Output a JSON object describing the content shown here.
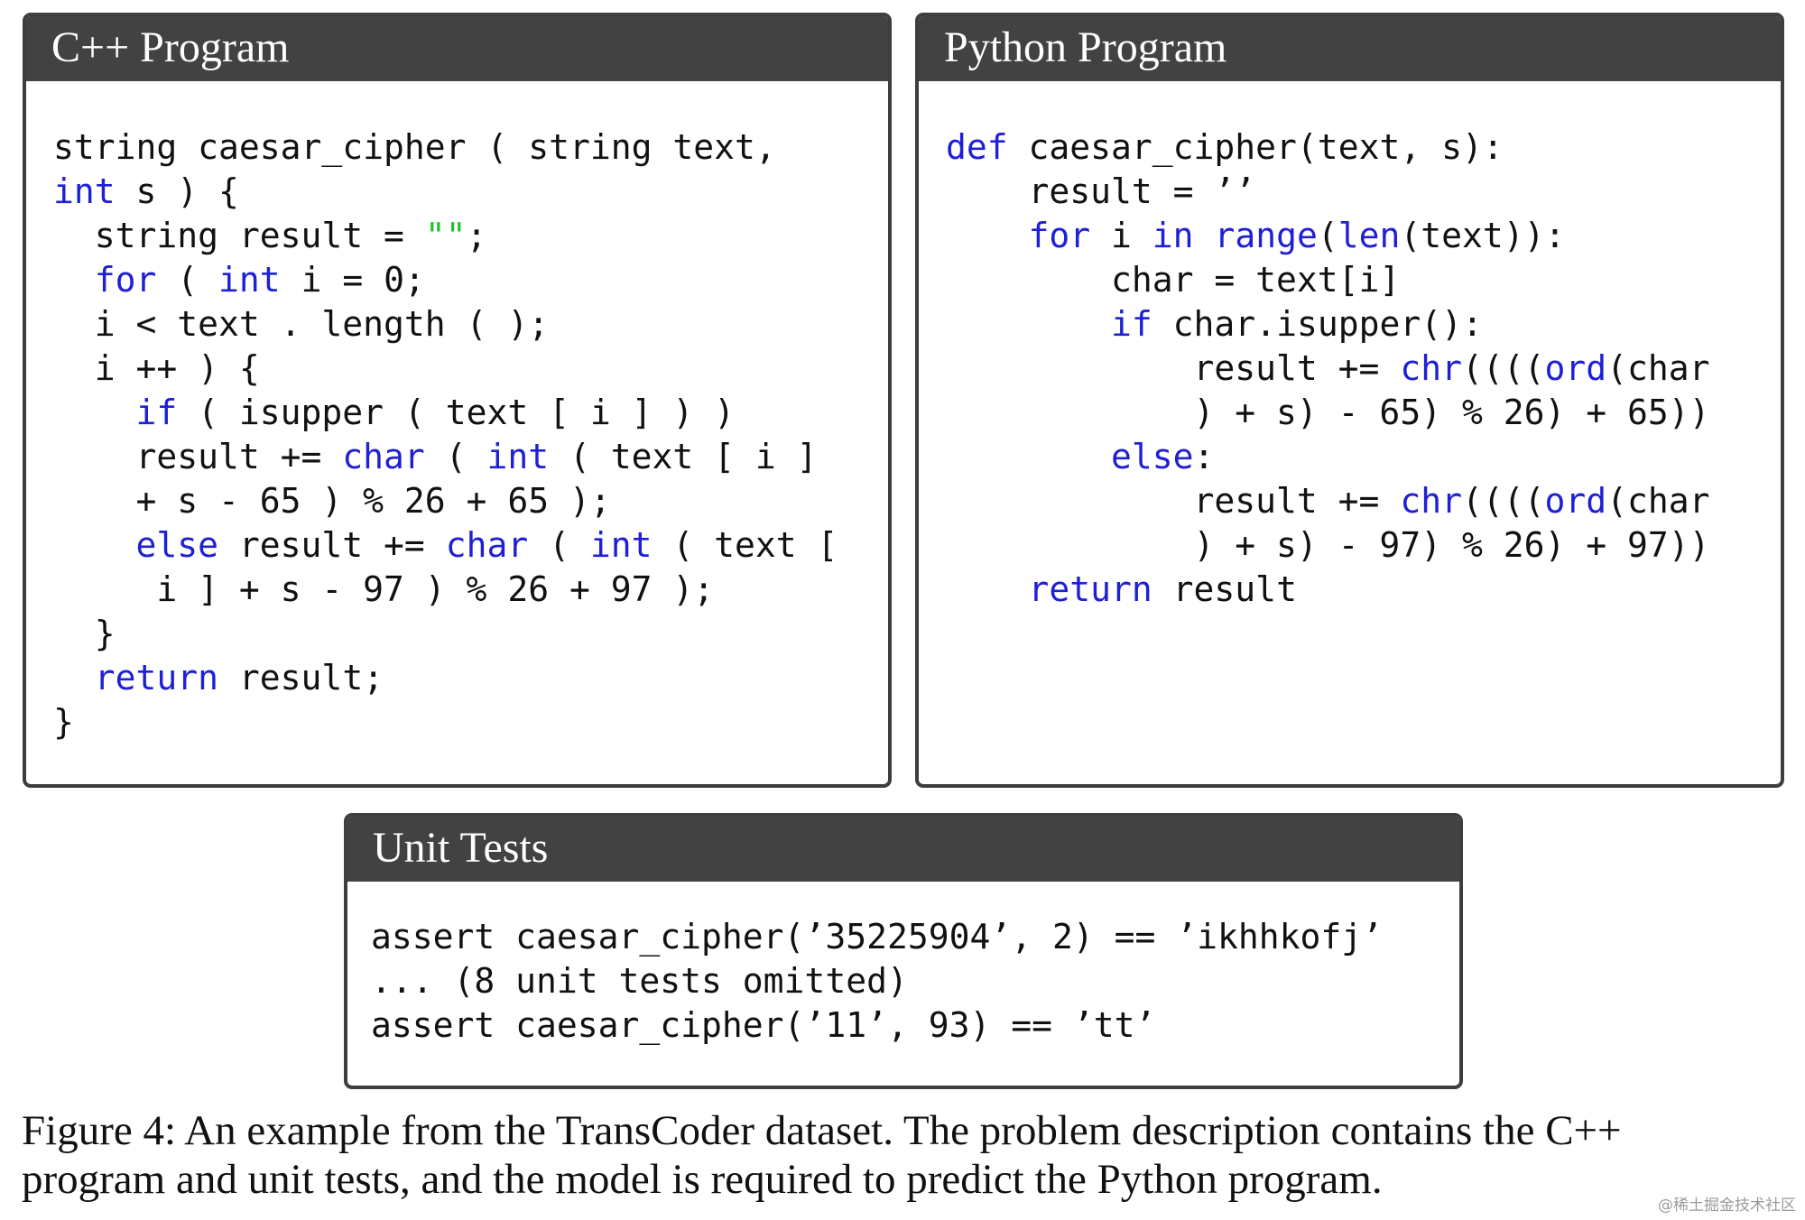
{
  "panels": {
    "cpp": {
      "title": "C++ Program",
      "lines": [
        [
          {
            "t": "string caesar_cipher ( string text,"
          }
        ],
        [
          {
            "t": "int",
            "k": "kw"
          },
          {
            "t": " s ) {"
          }
        ],
        [
          {
            "t": "  string result = "
          },
          {
            "t": "\"\"",
            "k": "str"
          },
          {
            "t": ";"
          }
        ],
        [
          {
            "t": "  "
          },
          {
            "t": "for",
            "k": "kw"
          },
          {
            "t": " ( "
          },
          {
            "t": "int",
            "k": "kw"
          },
          {
            "t": " i = 0;"
          }
        ],
        [
          {
            "t": "  i < text . length ( );"
          }
        ],
        [
          {
            "t": "  i ++ ) {"
          }
        ],
        [
          {
            "t": "    "
          },
          {
            "t": "if",
            "k": "kw"
          },
          {
            "t": " ( isupper ( text [ i ] ) )"
          }
        ],
        [
          {
            "t": "    result += "
          },
          {
            "t": "char",
            "k": "kw"
          },
          {
            "t": " ( "
          },
          {
            "t": "int",
            "k": "kw"
          },
          {
            "t": " ( text [ i ]"
          }
        ],
        [
          {
            "t": "    + s - 65 ) % 26 + 65 );"
          }
        ],
        [
          {
            "t": "    "
          },
          {
            "t": "else",
            "k": "kw"
          },
          {
            "t": " result += "
          },
          {
            "t": "char",
            "k": "kw"
          },
          {
            "t": " ( "
          },
          {
            "t": "int",
            "k": "kw"
          },
          {
            "t": " ( text ["
          }
        ],
        [
          {
            "t": "     i ] + s - 97 ) % 26 + 97 );"
          }
        ],
        [
          {
            "t": "  }"
          }
        ],
        [
          {
            "t": "  "
          },
          {
            "t": "return",
            "k": "kw"
          },
          {
            "t": " result;"
          }
        ],
        [
          {
            "t": "}"
          }
        ]
      ]
    },
    "python": {
      "title": "Python Program",
      "lines": [
        [
          {
            "t": "def",
            "k": "kw"
          },
          {
            "t": " caesar_cipher(text, s):"
          }
        ],
        [
          {
            "t": "    result = ’’"
          }
        ],
        [
          {
            "t": "    "
          },
          {
            "t": "for",
            "k": "kw"
          },
          {
            "t": " i "
          },
          {
            "t": "in",
            "k": "kw"
          },
          {
            "t": " "
          },
          {
            "t": "range",
            "k": "kw"
          },
          {
            "t": "("
          },
          {
            "t": "len",
            "k": "kw"
          },
          {
            "t": "(text)):"
          }
        ],
        [
          {
            "t": "        char = text[i]"
          }
        ],
        [
          {
            "t": "        "
          },
          {
            "t": "if",
            "k": "kw"
          },
          {
            "t": " char.isupper():"
          }
        ],
        [
          {
            "t": "            result += "
          },
          {
            "t": "chr",
            "k": "kw"
          },
          {
            "t": "(((("
          },
          {
            "t": "ord",
            "k": "kw"
          },
          {
            "t": "(char"
          }
        ],
        [
          {
            "t": "            ) + s) - 65) % 26) + 65))"
          }
        ],
        [
          {
            "t": "        "
          },
          {
            "t": "else",
            "k": "kw"
          },
          {
            "t": ":"
          }
        ],
        [
          {
            "t": "            result += "
          },
          {
            "t": "chr",
            "k": "kw"
          },
          {
            "t": "(((("
          },
          {
            "t": "ord",
            "k": "kw"
          },
          {
            "t": "(char"
          }
        ],
        [
          {
            "t": "            ) + s) - 97) % 26) + 97))"
          }
        ],
        [
          {
            "t": "    "
          },
          {
            "t": "return",
            "k": "kw"
          },
          {
            "t": " result"
          }
        ]
      ]
    },
    "tests": {
      "title": "Unit Tests",
      "lines": [
        [
          {
            "t": "assert caesar_cipher(’35225904’, 2) == ’ikhhkofj’"
          }
        ],
        [
          {
            "t": "... (8 unit tests omitted)"
          }
        ],
        [
          {
            "t": "assert caesar_cipher(’11’, 93) == ’tt’"
          }
        ]
      ]
    }
  },
  "caption": {
    "line1": "Figure 4: An example from the TransCoder dataset. The problem description contains the C++",
    "line2": "program and unit tests, and the model is required to predict the Python program."
  },
  "watermark": "@稀土掘金技术社区",
  "colors": {
    "keyword": "#1f1fd6",
    "string": "#22c22e",
    "header_bg": "#424242"
  }
}
